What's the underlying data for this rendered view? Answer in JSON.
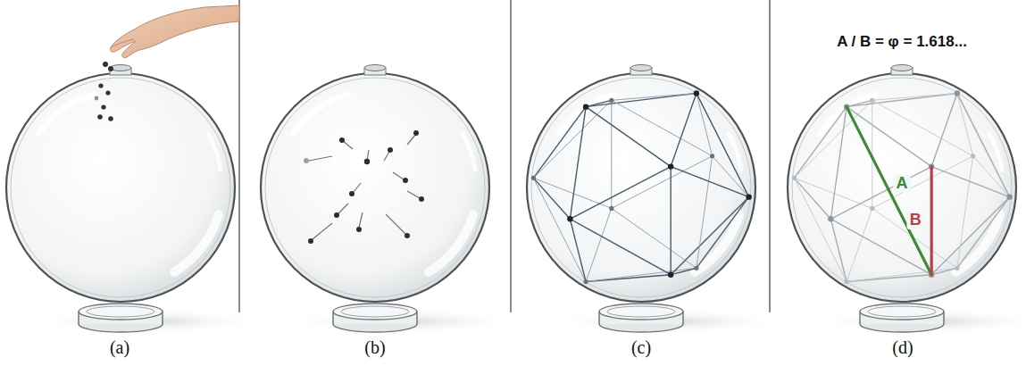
{
  "diagram": {
    "labels": [
      "A / B = φ = 1.618...",
      "A",
      "B",
      "(a)",
      "(b)",
      "(c)",
      "(d)"
    ]
  }
}
